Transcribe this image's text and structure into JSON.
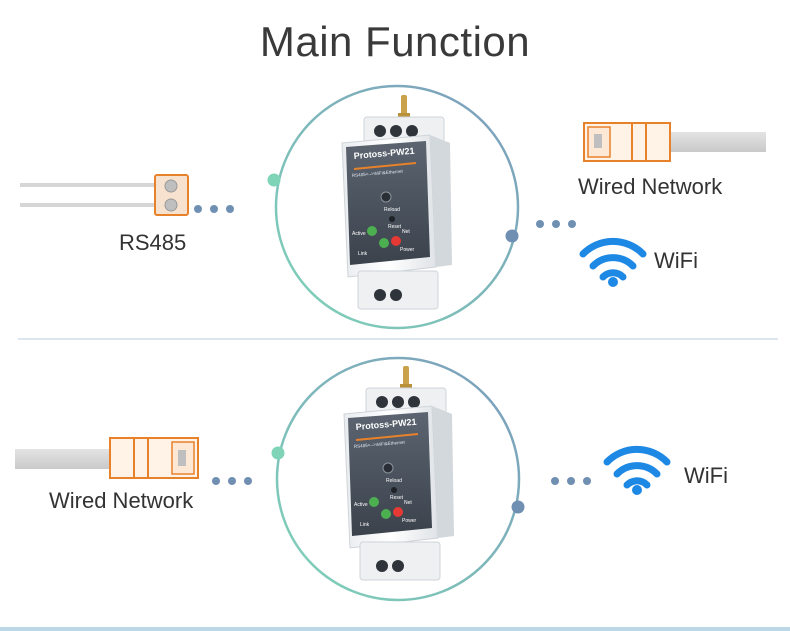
{
  "title": "Main Function",
  "top": {
    "left_label": "RS485",
    "right_top_label": "Wired Network",
    "right_bottom_label": "WiFi",
    "device": {
      "model": "Protoss-PW21",
      "subtitle": "RS485<-->WiFi&Ethernet",
      "labels": {
        "reload": "Reload",
        "reset": "Reset",
        "active": "Active",
        "net": "Net",
        "link": "Link",
        "power": "Power"
      }
    }
  },
  "bottom": {
    "left_label": "Wired Network",
    "right_label": "WiFi",
    "device": {
      "model": "Protoss-PW21",
      "subtitle": "RS485<-->WiFi&Ethernet",
      "labels": {
        "reload": "Reload",
        "reset": "Reset",
        "active": "Active",
        "net": "Net",
        "link": "Link",
        "power": "Power"
      }
    }
  },
  "colors": {
    "arc_teal": "#7fd4b8",
    "arc_blue": "#7c9bbd",
    "dot_blue": "#6f8fb3",
    "wifi_blue": "#1e88e5",
    "connector_orange": "#e8822a",
    "cable_gray": "#d6d6d6",
    "led_green": "#4caf50",
    "led_red": "#e53935"
  },
  "icons": [
    "rs485-terminal-icon",
    "ethernet-plug-icon",
    "wifi-icon",
    "device-icon"
  ]
}
